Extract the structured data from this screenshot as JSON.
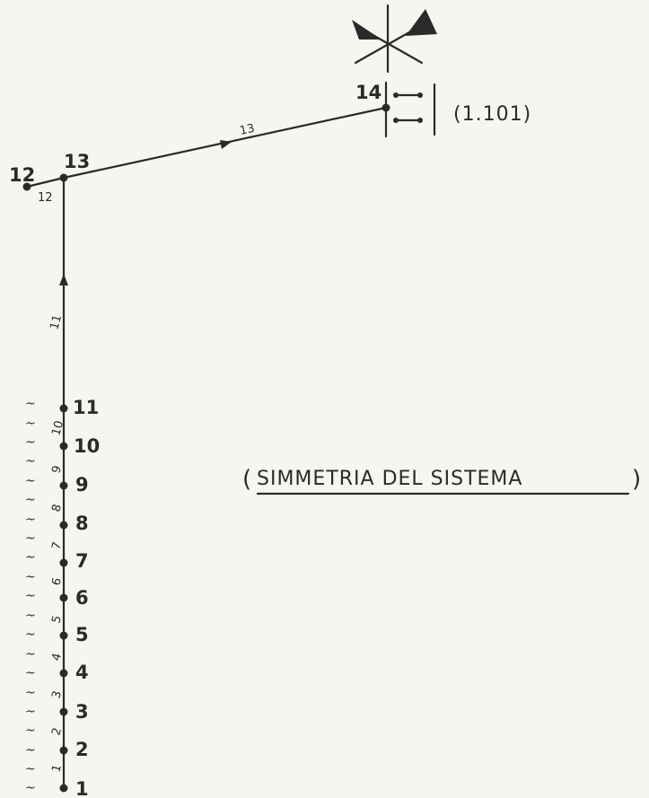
{
  "nodes": {
    "n1": "1",
    "n2": "2",
    "n3": "3",
    "n4": "4",
    "n5": "5",
    "n6": "6",
    "n7": "7",
    "n8": "8",
    "n9": "9",
    "n10": "10",
    "n11": "11",
    "n12": "12",
    "n13": "13",
    "n14": "14"
  },
  "segments": {
    "s1": "1",
    "s2": "2",
    "s3": "3",
    "s4": "4",
    "s5": "5",
    "s6": "6",
    "s7": "7",
    "s8": "8",
    "s9": "9",
    "s10": "10",
    "s11": "11",
    "s12": "12",
    "s13": "13"
  },
  "tilde_mark": "~",
  "terminal": {
    "code": "(1.101)"
  },
  "caption": {
    "open": "(",
    "text": "SIMMETRIA DEL SISTEMA",
    "close": ")"
  },
  "icons": {
    "terminal_symbol": "crossed-flags-icon"
  }
}
